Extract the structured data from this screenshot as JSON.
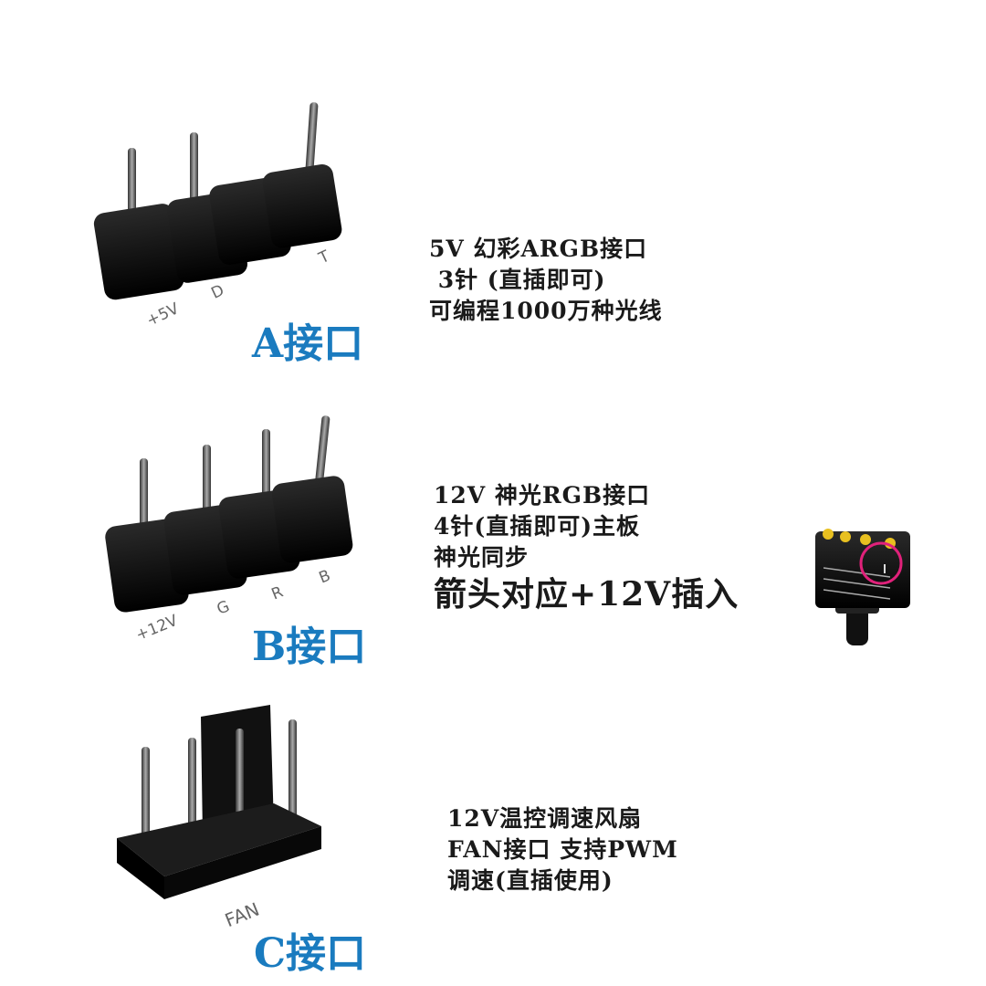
{
  "section_a": {
    "title": "A接口",
    "pins": [
      "+5V",
      "D",
      "T"
    ],
    "lines": [
      "5V 幻彩ARGB接口",
      " 3针 (直插即可)",
      "可编程1000万种光线"
    ]
  },
  "section_b": {
    "title": "B接口",
    "pins": [
      "+12V",
      "G",
      "R",
      "B"
    ],
    "lines": [
      "12V 神光RGB接口",
      "4针(直插即可)主板",
      "神光同步"
    ],
    "emphasis": "箭头对应+12V插入"
  },
  "section_c": {
    "title": "C接口",
    "pin_label": "FAN",
    "lines": [
      "12V温控调速风扇",
      "FAN接口 支持PWM",
      "调速(直插使用)"
    ]
  },
  "colors": {
    "title_blue": "#1a7bbf",
    "highlight_circle": "#e0217a",
    "pin_gold": "#e8c020"
  }
}
